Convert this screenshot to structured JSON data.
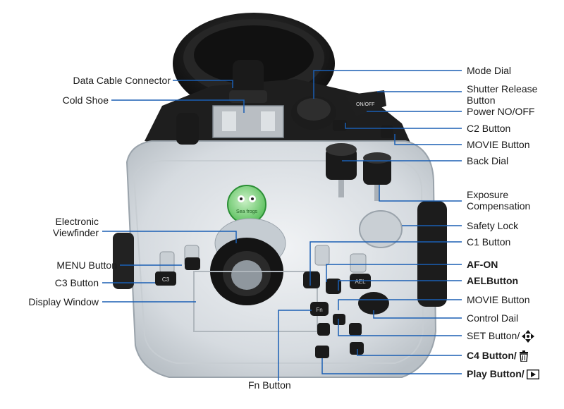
{
  "labels_left": {
    "data_cable_connector": "Data Cable Connector",
    "cold_shoe": "Cold Shoe",
    "electronic_viewfinder_1": "Electronic",
    "electronic_viewfinder_2": "Viewfinder",
    "menu_button": "MENU Button",
    "c3_button": "C3 Button",
    "display_window": "Display Window",
    "fn_button": "Fn Button"
  },
  "labels_right": {
    "mode_dial": "Mode Dial",
    "shutter_release_1": "Shutter Release",
    "shutter_release_2": "Button",
    "power": "Power NO/OFF",
    "c2_button": "C2 Button",
    "movie_button_top": "MOVIE Button",
    "back_dial": "Back Dial",
    "exposure_comp_1": "Exposure",
    "exposure_comp_2": "Compensation",
    "safety_lock": "Safety Lock",
    "c1_button": "C1 Button",
    "af_on": "AF-ON",
    "ael_button": "AELButton",
    "movie_button": "MOVIE Button",
    "control_dial": "Control Dail",
    "set_button": "SET Button/",
    "c4_button": "C4 Button/",
    "play_button": "Play Button/"
  },
  "housing": {
    "logo_text": "Sea frogs",
    "c3_key": "C3",
    "fn_key": "Fn",
    "ael_key": "AEL",
    "mode_text": "ON/OFF"
  },
  "colors": {
    "leader_line": "#1a5fb4",
    "housing_body": "#dde2e6",
    "housing_dark": "#1b1b1b",
    "logo_green": "#3fa84a"
  },
  "icons": {
    "set": "four-way-arrows-icon",
    "c4": "trash-icon",
    "play": "play-icon"
  }
}
